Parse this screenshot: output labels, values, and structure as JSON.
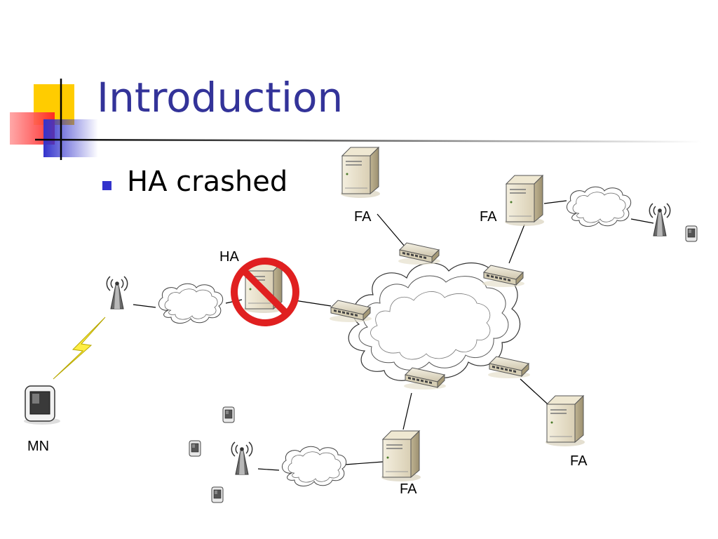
{
  "slide": {
    "title": "Introduction",
    "bullet": "HA crashed"
  },
  "diagram": {
    "labels": {
      "fa_top": "FA",
      "fa_top_right": "FA",
      "ha": "HA",
      "mn": "MN",
      "fa_bottom_right": "FA",
      "fa_bottom": "FA"
    },
    "status": {
      "ha": "crashed"
    }
  },
  "colors": {
    "title": "#333399",
    "bullet": "#3333cc",
    "prohibit": "#e02020",
    "accent_yellow": "#ffcc00",
    "accent_red": "#ff3333",
    "accent_blue": "#3333cc"
  },
  "icons": [
    "server-icon",
    "switch-icon",
    "cloud-icon",
    "antenna-icon",
    "pda-icon",
    "lightning-icon",
    "prohibited-icon"
  ]
}
